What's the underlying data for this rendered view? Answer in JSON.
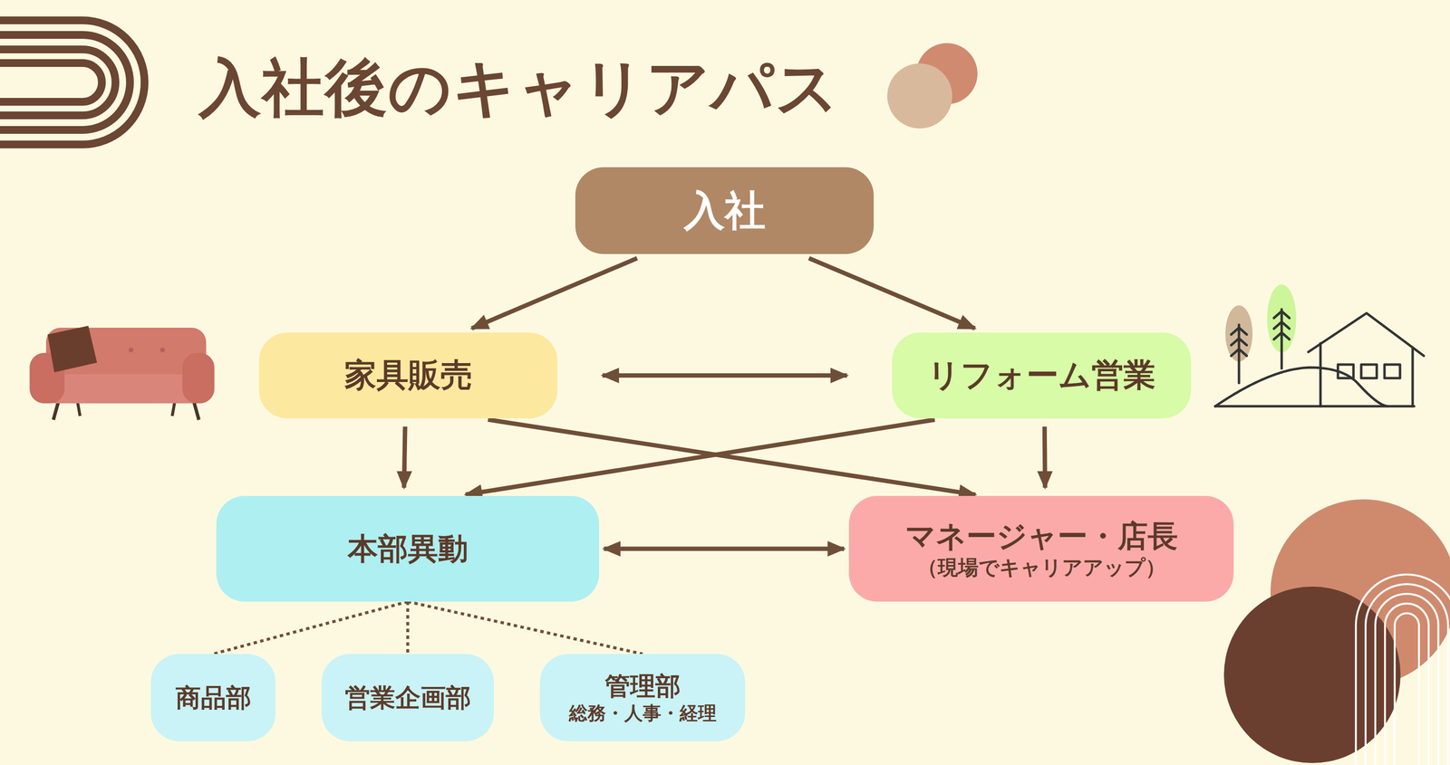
{
  "diagram": {
    "title": "入社後のキャリアパス",
    "nodes": [
      {
        "text": [
          "入社"
        ]
      },
      {
        "text": [
          "家具販売"
        ]
      },
      {
        "text": [
          "リフォーム営業"
        ]
      },
      {
        "text": [
          "本部異動"
        ]
      },
      {
        "text": [
          "マネージャー・店長",
          "（現場でキャリアアップ）"
        ]
      },
      {
        "text": [
          "商品部"
        ]
      },
      {
        "text": [
          "営業企画部"
        ]
      },
      {
        "text": [
          "管理部",
          "総務・人事・経理"
        ]
      }
    ],
    "edges": [
      {
        "from": 0,
        "to": 1,
        "arrow": "to"
      },
      {
        "from": 0,
        "to": 2,
        "arrow": "to"
      },
      {
        "from": 1,
        "to": 2,
        "arrow": "both"
      },
      {
        "from": 1,
        "to": 3,
        "arrow": "to"
      },
      {
        "from": 1,
        "to": 4,
        "arrow": "to"
      },
      {
        "from": 2,
        "to": 3,
        "arrow": "to"
      },
      {
        "from": 2,
        "to": 4,
        "arrow": "to"
      },
      {
        "from": 3,
        "to": 4,
        "arrow": "both"
      },
      {
        "from": 3,
        "to": 5,
        "arrow": "none"
      },
      {
        "from": 3,
        "to": 6,
        "arrow": "none"
      },
      {
        "from": 3,
        "to": 7,
        "arrow": "none"
      }
    ]
  }
}
